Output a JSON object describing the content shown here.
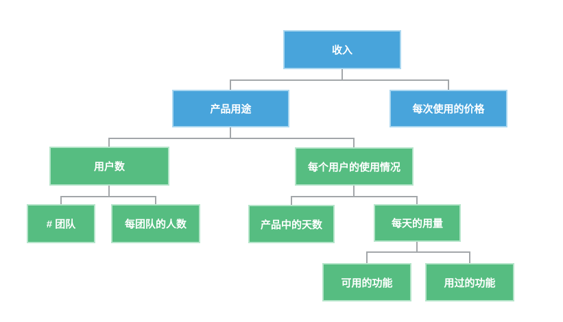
{
  "diagram": {
    "type": "tree",
    "colors": {
      "blue_fill": "#48A4DB",
      "blue_border": "#AAD7F0",
      "green_fill": "#56BD81",
      "green_border": "#B5E5CA",
      "connector": "#A2A6A9",
      "text": "#FFFFFF",
      "background": "#FFFFFF"
    },
    "nodes": [
      {
        "id": "revenue",
        "label": "收入",
        "color": "blue",
        "parent": null
      },
      {
        "id": "product-usage",
        "label": "产品用途",
        "color": "blue",
        "parent": "revenue"
      },
      {
        "id": "price-per-use",
        "label": "每次使用的价格",
        "color": "blue",
        "parent": "revenue"
      },
      {
        "id": "user-count",
        "label": "用户数",
        "color": "green",
        "parent": "product-usage"
      },
      {
        "id": "usage-per-user",
        "label": "每个用户的使用情况",
        "color": "green",
        "parent": "product-usage"
      },
      {
        "id": "team-count",
        "label": "# 团队",
        "color": "green",
        "parent": "user-count"
      },
      {
        "id": "people-per-team",
        "label": "每团队的人数",
        "color": "green",
        "parent": "user-count"
      },
      {
        "id": "days-in-product",
        "label": "产品中的天数",
        "color": "green",
        "parent": "usage-per-user"
      },
      {
        "id": "usage-per-day",
        "label": "每天的用量",
        "color": "green",
        "parent": "usage-per-user"
      },
      {
        "id": "available-features",
        "label": "可用的功能",
        "color": "green",
        "parent": "usage-per-day"
      },
      {
        "id": "used-features",
        "label": "用过的功能",
        "color": "green",
        "parent": "usage-per-day"
      }
    ]
  }
}
